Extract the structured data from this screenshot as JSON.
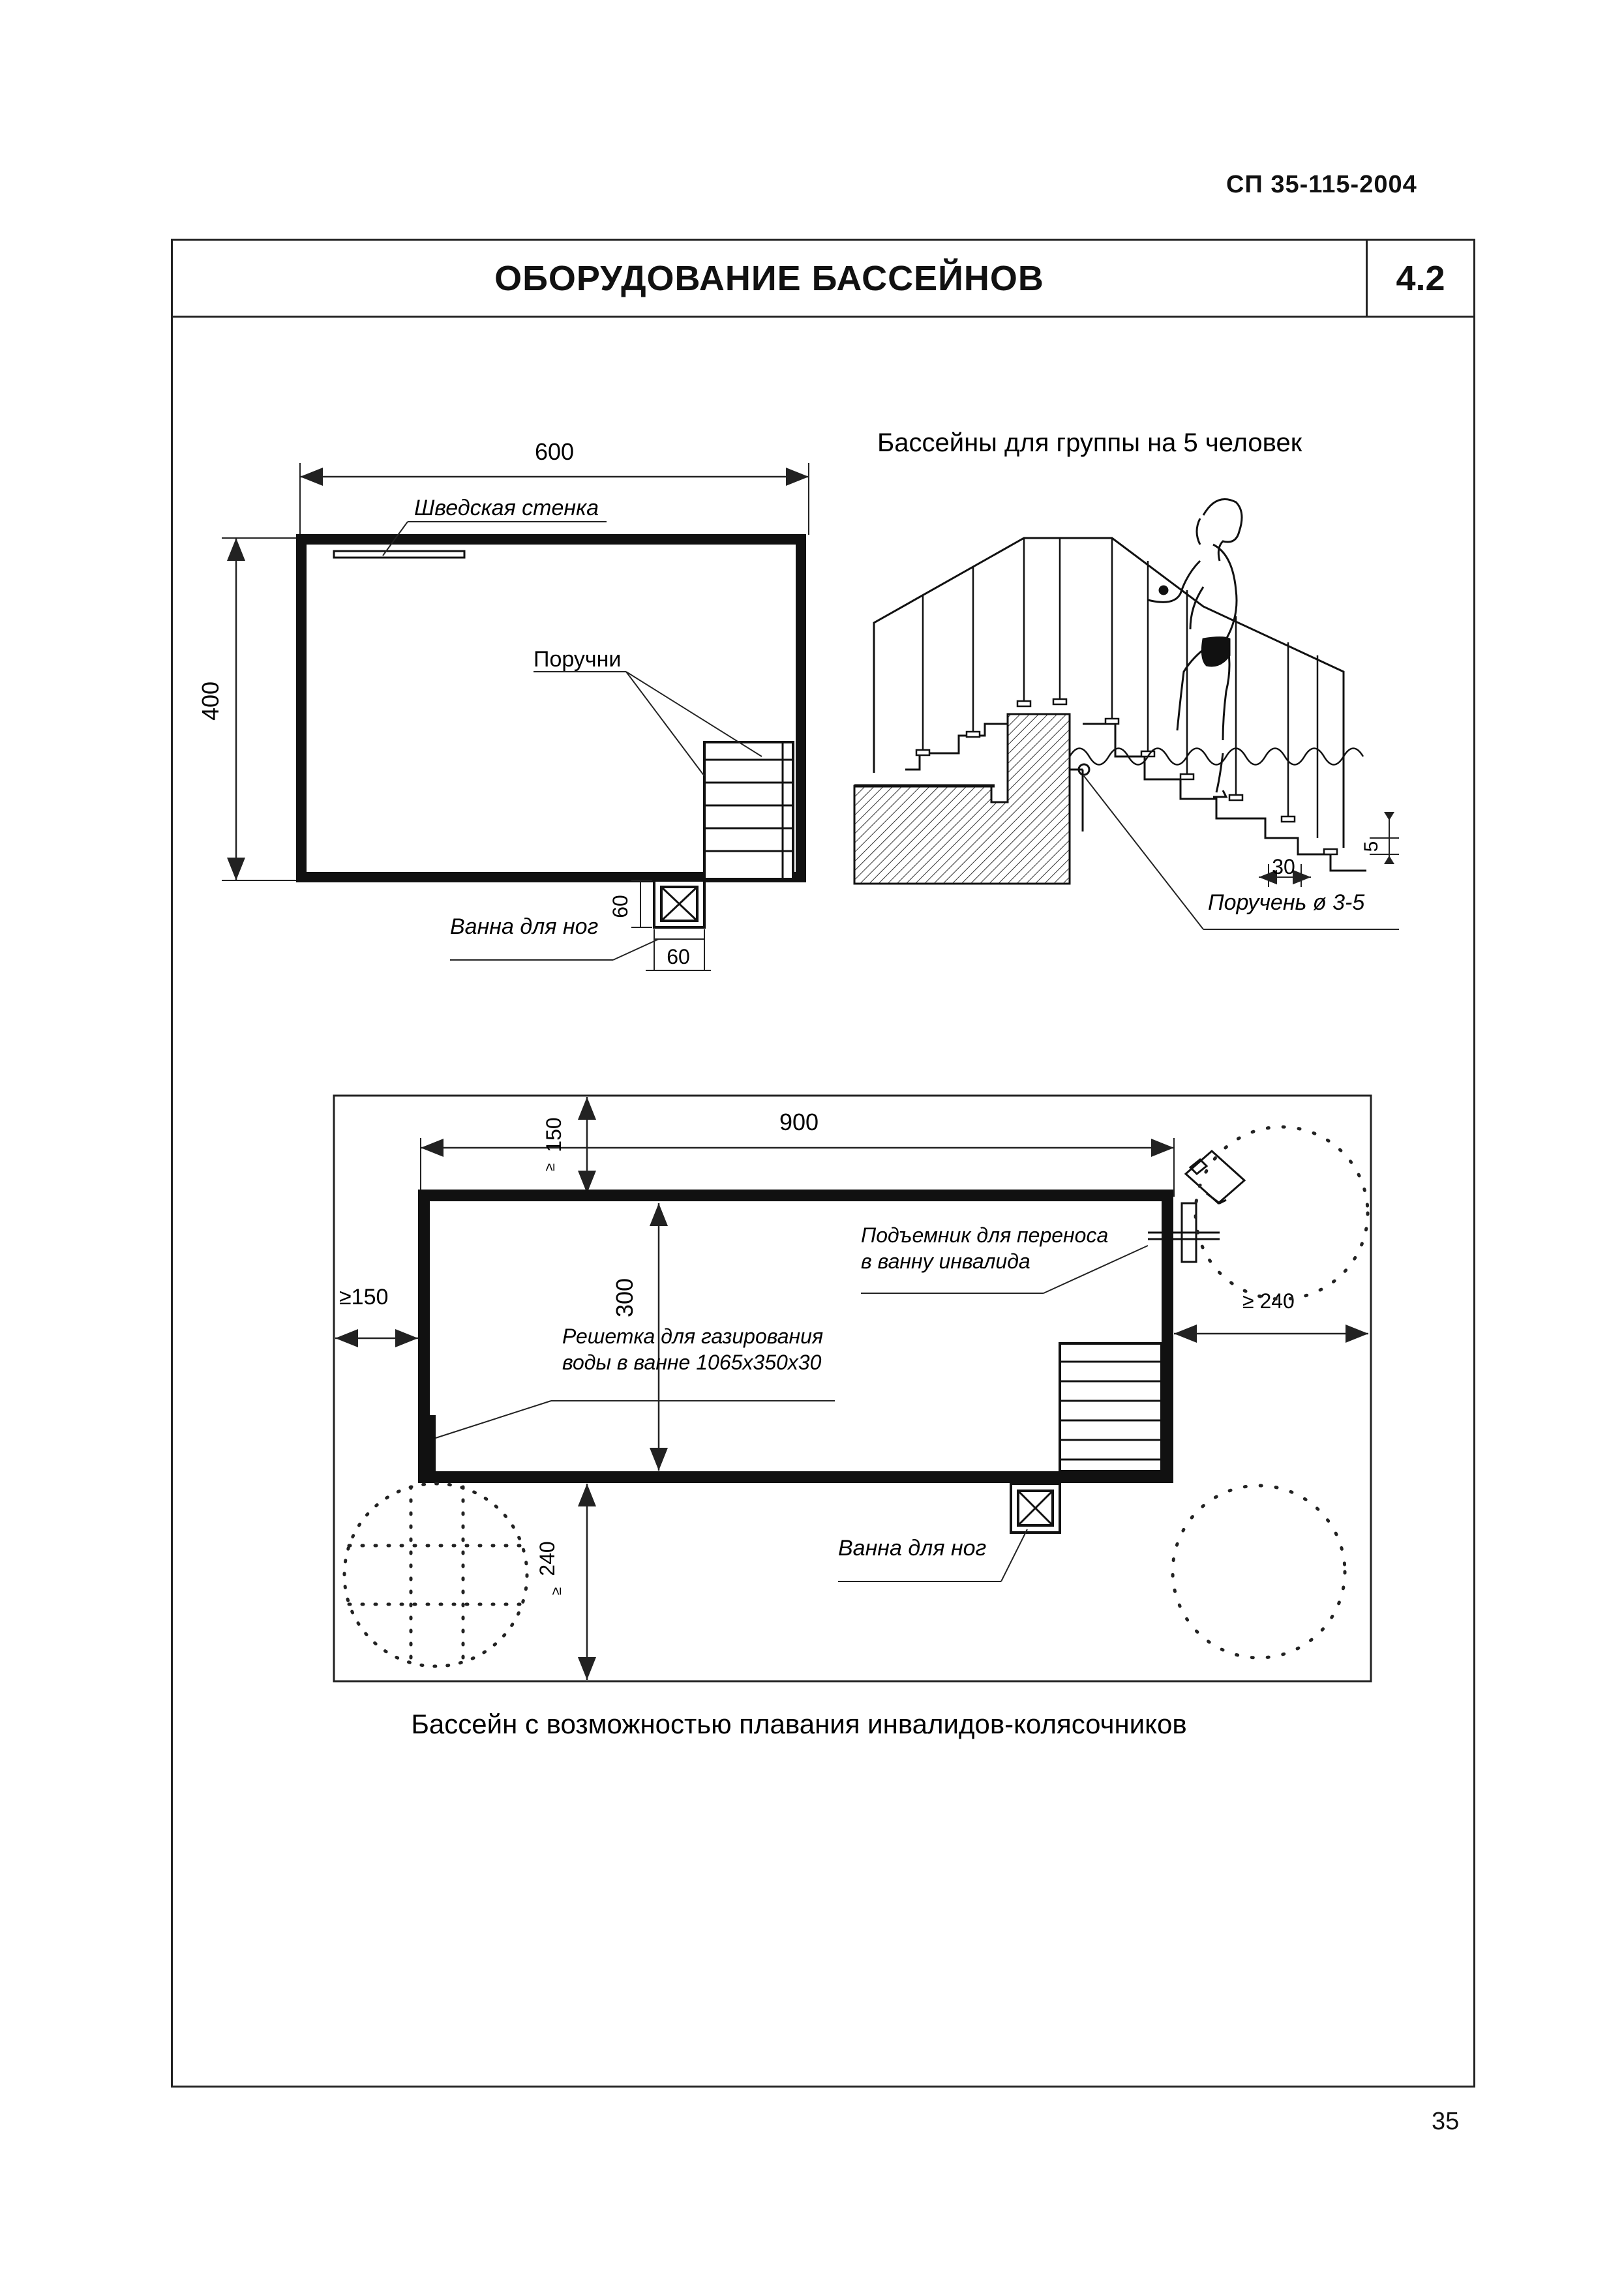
{
  "header": {
    "doc_code": "СП 35-115-2004"
  },
  "title_block": {
    "title": "ОБОРУДОВАНИЕ БАССЕЙНОВ",
    "section": "4.2"
  },
  "plan_small": {
    "dim_width": "600",
    "dim_height": "400",
    "label_wall_bars": "Шведская стенка",
    "label_handrails": "Поручни",
    "label_foot_bath": "Ванна для ног",
    "dim_foot_bath_h": "60",
    "dim_foot_bath_w": "60"
  },
  "section_view": {
    "caption": "Бассейны для группы на 5 человек",
    "dim_step_rise": "5",
    "dim_step_tread": "30",
    "label_handrail": "Поручень ø 3-5"
  },
  "plan_large": {
    "dim_width": "900",
    "dim_top_clear": "150",
    "dim_left_clear": "≥150",
    "dim_height": "300",
    "dim_right_clear": "≥ 240",
    "dim_bottom_clear": "240",
    "ge_sign": "≥",
    "label_lift_line1": "Подъемник для переноса",
    "label_lift_line2": "в ванну инвалида",
    "label_grate_line1": "Решетка для газирования",
    "label_grate_line2": "воды в ванне 1065х350х30",
    "label_foot_bath": "Ванна для ног",
    "caption": "Бассейн с возможностью плавания инвалидов-колясочников"
  },
  "footer": {
    "page_number": "35"
  }
}
